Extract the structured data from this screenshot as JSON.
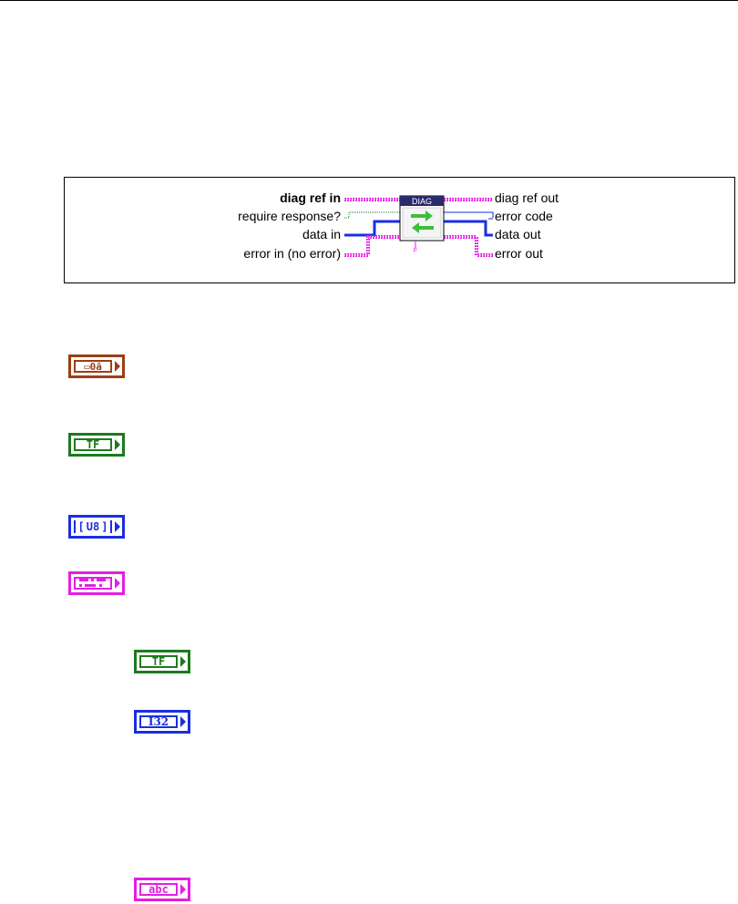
{
  "connector_pane": {
    "node_title": "DIAG",
    "inputs": [
      "diag ref in",
      "require response?",
      "data in",
      "error in (no error)"
    ],
    "outputs": [
      "diag ref out",
      "error code",
      "data out",
      "error out"
    ],
    "bottom_tag": "F"
  },
  "terminals": [
    {
      "label": "▭0ā",
      "type": "refnum",
      "color": "#9a3f14",
      "icon": "refnum-icon"
    },
    {
      "label": "TF",
      "type": "boolean",
      "color": "#1d7a1d",
      "icon": "boolean-icon"
    },
    {
      "label": "U8",
      "type": "u8-array",
      "color": "#1a2ee0",
      "icon": "u8-array-icon"
    },
    {
      "label": "",
      "type": "cluster",
      "color": "#e51ee5",
      "icon": "cluster-icon"
    },
    {
      "label": "TF",
      "type": "boolean",
      "color": "#1d7a1d",
      "icon": "boolean-icon"
    },
    {
      "label": "I32",
      "type": "i32",
      "color": "#1a2ee0",
      "icon": "i32-icon"
    },
    {
      "label": "abc",
      "type": "string",
      "color": "#e51ee5",
      "icon": "string-icon"
    }
  ],
  "colors": {
    "refnum": "#9a3f14",
    "boolean": "#1d7a1d",
    "numeric": "#1a2ee0",
    "cluster": "#e51ee5",
    "node_header": "#2a2a6a",
    "arrow": "#3cbf3c"
  }
}
